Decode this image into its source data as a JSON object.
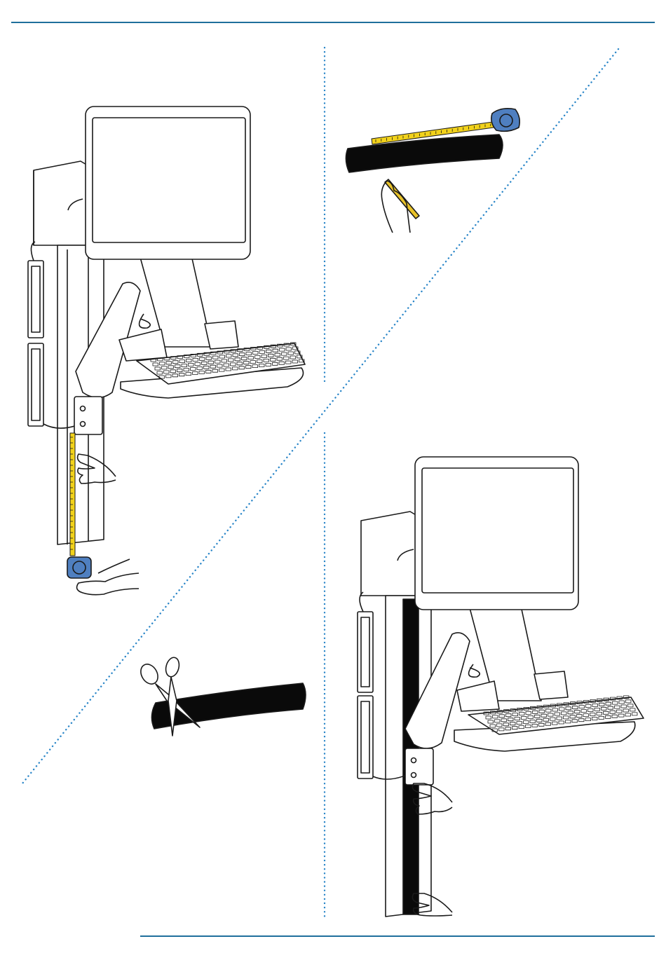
{
  "colors": {
    "rule": "#1f6f9c",
    "divider": "#2a86c8",
    "line_art": "#1a1a1a",
    "tape_yellow": "#f2d21b",
    "tape_measure_blue": "#4f7fc0",
    "strip_black": "#0a0a0a",
    "pencil_yellow": "#e8c22a"
  },
  "illustrations": [
    {
      "name": "measure-cable-channel",
      "icon": "tape-measure-icon"
    },
    {
      "name": "mark-cover-strip",
      "icon": "pencil-icon"
    },
    {
      "name": "cut-cover-strip",
      "icon": "scissors-icon"
    },
    {
      "name": "install-cover-strip",
      "icon": "hand-icon"
    }
  ]
}
